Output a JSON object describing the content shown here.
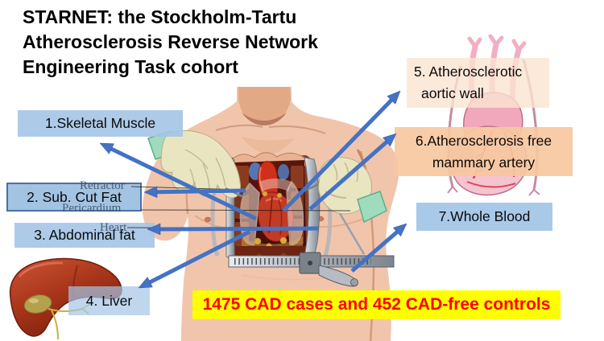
{
  "title": {
    "lines": [
      "STARNET: the Stockholm-Tartu",
      "Atherosclerosis Reverse Network",
      "Engineering Task cohort"
    ]
  },
  "tissue_labels": {
    "skeletal_muscle": "1.Skeletal Muscle",
    "sub_cut_fat": "2. Sub. Cut Fat",
    "abdominal_fat": "3. Abdominal fat",
    "liver": "4. Liver",
    "aortic_wall_line1": "5. Atherosclerotic",
    "aortic_wall_line2": "aortic wall",
    "mammary_line1": "6.Atherosclerosis free",
    "mammary_line2": "mammary artery",
    "whole_blood": "7.Whole Blood"
  },
  "anatomy_annotations": {
    "retractor": "Retractor",
    "pericardium": "Pericardium",
    "heart": "Heart"
  },
  "banner": {
    "text": "1475 CAD cases and 452 CAD-free controls"
  },
  "colors": {
    "label_blue": "#a4c4e5",
    "label_peach_light": "#fae4d1",
    "label_peach": "#f6c8a0",
    "label2_border": "#4a6fa5",
    "banner_bg": "#ffff00",
    "banner_text": "#ff0000",
    "arrow_blue": "#4472c4",
    "title_text": "#000000"
  }
}
